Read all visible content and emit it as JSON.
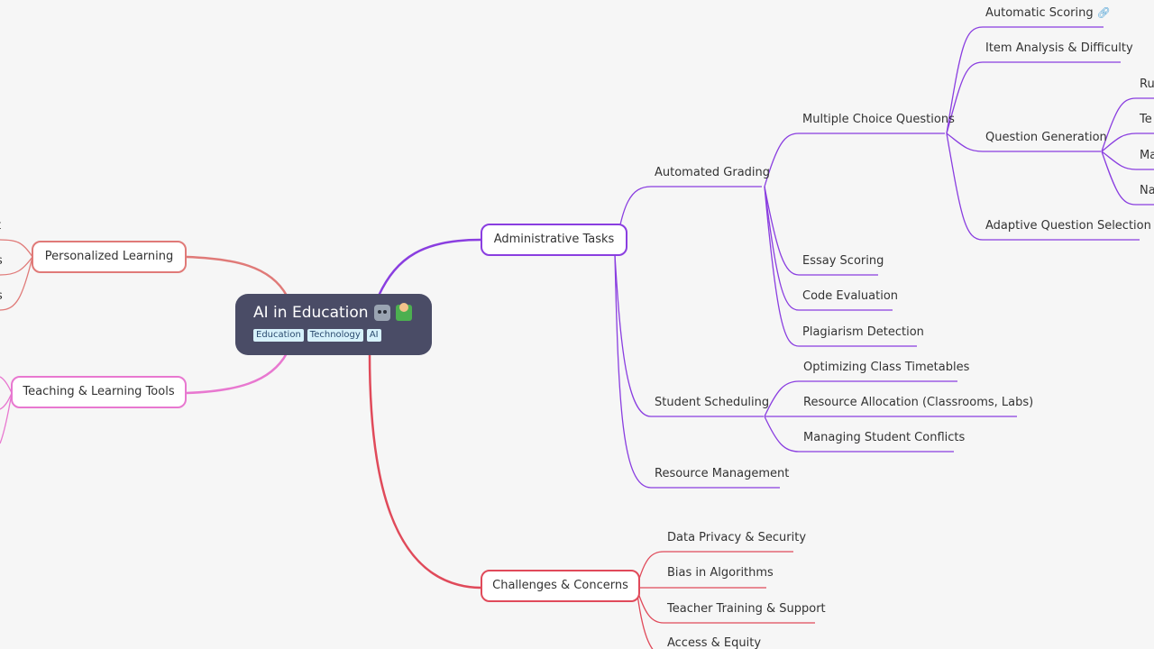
{
  "root": {
    "title": "AI in Education",
    "emoji_icons": [
      "robot-icon",
      "teacher-icon"
    ],
    "tags": [
      "Education",
      "Technology",
      "AI"
    ]
  },
  "branches": {
    "administrative": {
      "label": "Administrative Tasks",
      "color": "#8a3ee0",
      "automated_grading": {
        "label": "Automated Grading",
        "multiple_choice": {
          "label": "Multiple Choice Questions",
          "automatic_scoring": "Automatic Scoring",
          "item_analysis": "Item Analysis & Difficulty",
          "question_generation": {
            "label": "Question Generation",
            "children": [
              "Ru",
              "Te",
              "Ma",
              "Na"
            ]
          },
          "adaptive": "Adaptive Question Selection"
        },
        "essay": "Essay Scoring",
        "code": "Code Evaluation",
        "plagiarism": "Plagiarism Detection"
      },
      "student_scheduling": {
        "label": "Student Scheduling",
        "timetables": "Optimizing Class Timetables",
        "resource_allocation": "Resource Allocation (Classrooms, Labs)",
        "conflicts": "Managing Student Conflicts"
      },
      "resource_management": "Resource Management"
    },
    "challenges": {
      "label": "Challenges & Concerns",
      "color": "#e04a5a",
      "items": [
        "Data Privacy & Security",
        "Bias in Algorithms",
        "Teacher Training & Support",
        "Access & Equity"
      ]
    },
    "personalized": {
      "label": "Personalized Learning",
      "color": "#e07a78",
      "clipped_children": [
        "t",
        "s",
        "s"
      ]
    },
    "teaching_tools": {
      "label": "Teaching & Learning Tools",
      "color": "#e878d0"
    }
  },
  "link_icon": "link-icon"
}
